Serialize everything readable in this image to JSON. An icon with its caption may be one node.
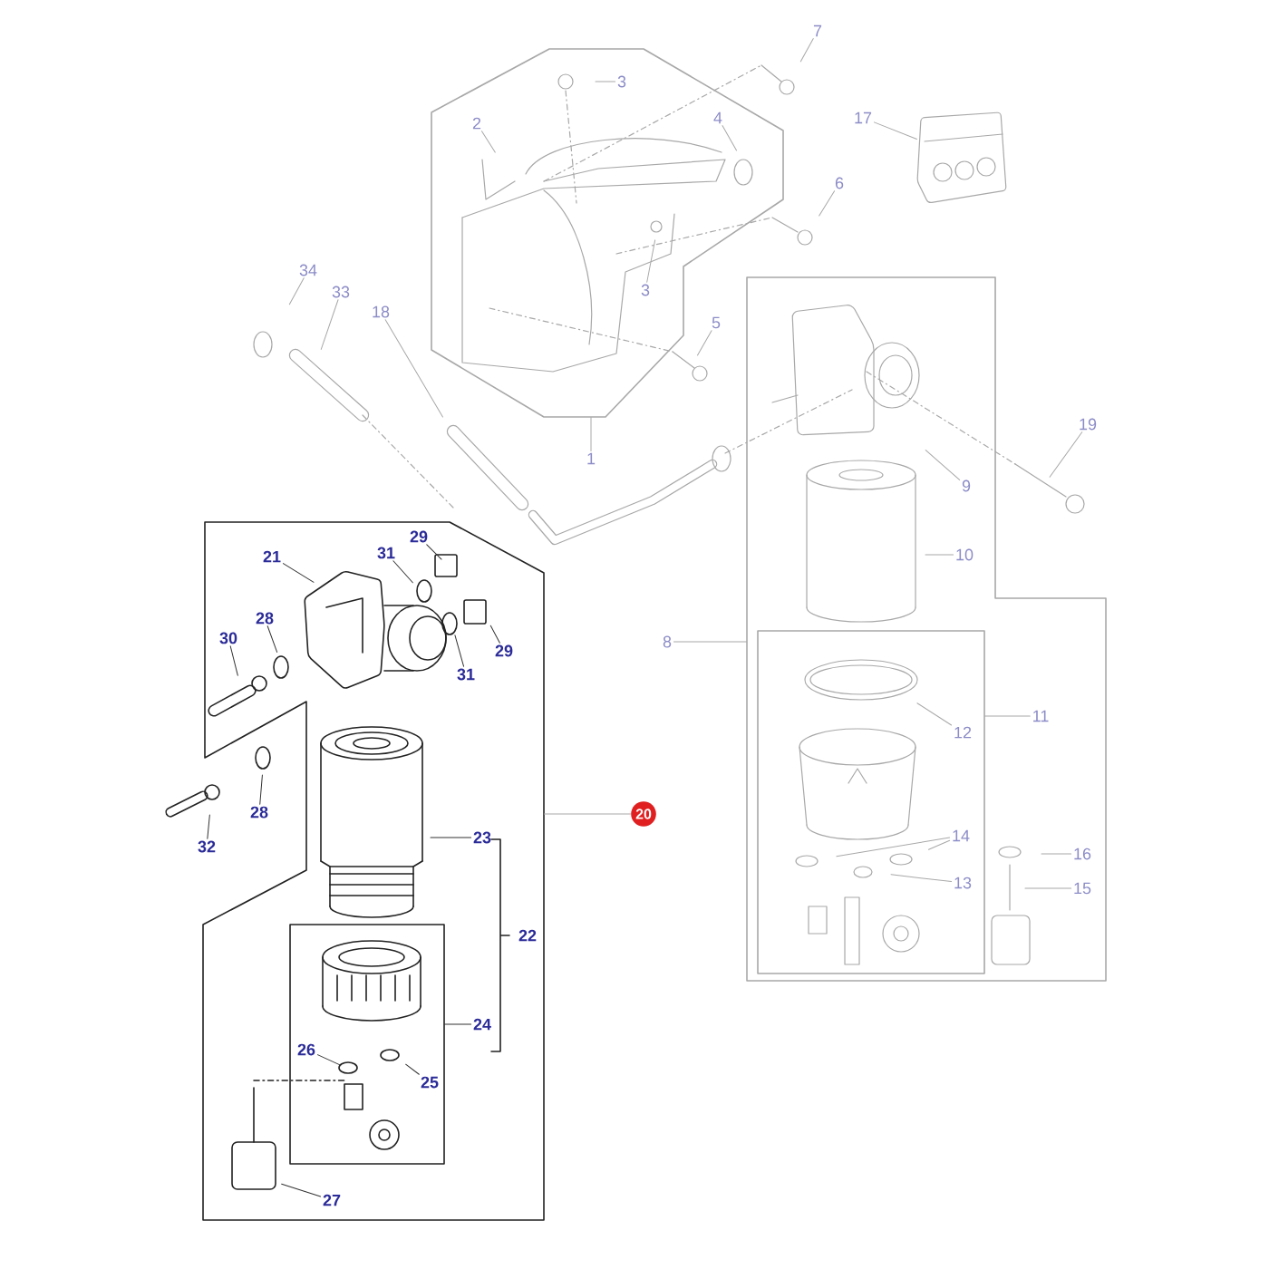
{
  "diagram": {
    "nodes": [
      {
        "text": [],
        "shape": "box"
      },
      {
        "text": [
          "2"
        ],
        "in": 0
      },
      {
        "text": [
          "3"
        ],
        "in": 0
      },
      {
        "text": [
          "4"
        ],
        "in": 0
      },
      {
        "text": [
          "3"
        ],
        "in": 0
      },
      {
        "text": [
          "7"
        ]
      },
      {
        "text": [
          "17"
        ]
      },
      {
        "text": [
          "6"
        ]
      },
      {
        "text": [
          "5"
        ]
      },
      {
        "text": [
          "34"
        ]
      },
      {
        "text": [
          "33"
        ]
      },
      {
        "text": [
          "18"
        ]
      },
      {
        "text": [
          "1"
        ]
      },
      {
        "text": [],
        "shape": "box"
      },
      {
        "text": [
          "9"
        ],
        "in": 13
      },
      {
        "text": [
          "19"
        ]
      },
      {
        "text": [
          "10"
        ],
        "in": 13
      },
      {
        "text": [
          "8"
        ]
      },
      {
        "text": [],
        "shape": "box",
        "in": 13
      },
      {
        "text": [
          "11"
        ],
        "in": 13
      },
      {
        "text": [
          "12"
        ],
        "in": 18
      },
      {
        "text": [
          "14"
        ],
        "in": 18
      },
      {
        "text": [
          "13"
        ],
        "in": 18
      },
      {
        "text": [
          "16"
        ],
        "in": 13
      },
      {
        "text": [
          "15"
        ],
        "in": 13
      },
      {
        "text": [],
        "shape": "box"
      },
      {
        "text": [
          "21"
        ],
        "in": 25
      },
      {
        "text": [
          "31"
        ],
        "in": 25
      },
      {
        "text": [
          "29"
        ],
        "in": 25
      },
      {
        "text": [
          "28"
        ],
        "in": 25
      },
      {
        "text": [
          "30"
        ],
        "in": 25
      },
      {
        "text": [
          "31"
        ],
        "in": 25
      },
      {
        "text": [
          "29"
        ],
        "in": 25
      },
      {
        "text": [
          "28"
        ]
      },
      {
        "text": [
          "32"
        ]
      },
      {
        "text": [
          "23"
        ],
        "in": 25
      },
      {
        "text": [
          "20"
        ]
      },
      {
        "text": [],
        "shape": "box",
        "in": 25
      },
      {
        "text": [
          "24"
        ],
        "in": 25
      },
      {
        "text": [
          "26"
        ],
        "in": 37
      },
      {
        "text": [
          "25"
        ],
        "in": 37
      },
      {
        "text": [
          "27"
        ],
        "in": 25
      }
    ],
    "edges": [
      {
        "from": 1,
        "to": null,
        "arrow": "none"
      },
      {
        "from": 2,
        "to": null,
        "arrow": "none"
      },
      {
        "from": 3,
        "to": null,
        "arrow": "none"
      },
      {
        "from": 4,
        "to": null,
        "arrow": "none"
      },
      {
        "from": 5,
        "to": null,
        "arrow": "none"
      },
      {
        "from": 6,
        "to": null,
        "arrow": "none"
      },
      {
        "from": 7,
        "to": null,
        "arrow": "none"
      },
      {
        "from": 8,
        "to": null,
        "arrow": "none"
      },
      {
        "from": 9,
        "to": null,
        "arrow": "none"
      },
      {
        "from": 10,
        "to": null,
        "arrow": "none"
      },
      {
        "from": 11,
        "to": null,
        "arrow": "none"
      },
      {
        "from": 12,
        "to": 0,
        "arrow": "none"
      },
      {
        "from": 14,
        "to": null,
        "arrow": "none"
      },
      {
        "from": 15,
        "to": null,
        "arrow": "none"
      },
      {
        "from": 16,
        "to": null,
        "arrow": "none"
      },
      {
        "from": 17,
        "to": 13,
        "arrow": "none"
      },
      {
        "from": 19,
        "to": 18,
        "arrow": "none"
      },
      {
        "from": 20,
        "to": null,
        "arrow": "none"
      },
      {
        "from": 21,
        "to": null,
        "arrow": "none"
      },
      {
        "from": 21,
        "to": null,
        "arrow": "none"
      },
      {
        "from": 22,
        "to": null,
        "arrow": "none"
      },
      {
        "from": 23,
        "to": null,
        "arrow": "none"
      },
      {
        "from": 24,
        "to": null,
        "arrow": "none"
      },
      {
        "from": 26,
        "to": null,
        "arrow": "none",
        "color": "#333333"
      },
      {
        "from": 27,
        "to": null,
        "arrow": "none",
        "color": "#333333"
      },
      {
        "from": 28,
        "to": null,
        "arrow": "none",
        "color": "#333333"
      },
      {
        "from": 29,
        "to": null,
        "arrow": "none",
        "color": "#333333"
      },
      {
        "from": 30,
        "to": null,
        "arrow": "none",
        "color": "#333333"
      },
      {
        "from": 31,
        "to": null,
        "arrow": "none",
        "color": "#333333"
      },
      {
        "from": 32,
        "to": null,
        "arrow": "none",
        "color": "#333333"
      },
      {
        "from": 33,
        "to": null,
        "arrow": "none",
        "color": "#333333"
      },
      {
        "from": 34,
        "to": null,
        "arrow": "none",
        "color": "#333333"
      },
      {
        "from": 35,
        "to": null,
        "arrow": "none",
        "color": "#333333"
      },
      {
        "from": 36,
        "to": 25,
        "arrow": "none"
      },
      {
        "from": 38,
        "to": 37,
        "arrow": "none",
        "color": "#333333"
      },
      {
        "from": 39,
        "to": null,
        "arrow": "none",
        "color": "#333333"
      },
      {
        "from": 40,
        "to": null,
        "arrow": "none",
        "color": "#333333"
      },
      {
        "from": 41,
        "to": null,
        "arrow": "none",
        "color": "#333333"
      }
    ],
    "labels": [
      "22"
    ]
  }
}
